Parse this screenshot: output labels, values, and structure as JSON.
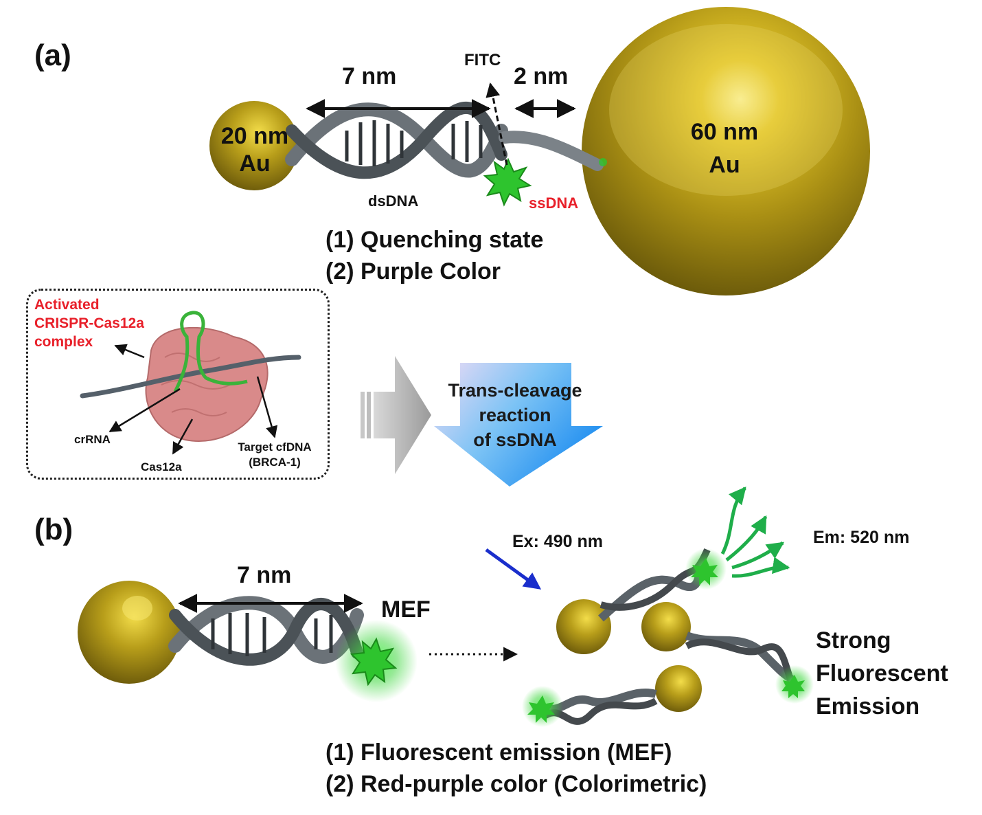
{
  "panel_a": {
    "label": "(a)",
    "dist_left": "7 nm",
    "fitc": "FITC",
    "dist_right": "2 nm",
    "small_au": {
      "size": "20 nm",
      "name": "Au"
    },
    "large_au": {
      "size": "60 nm",
      "name": "Au"
    },
    "dsdna": "dsDNA",
    "ssdna": "ssDNA",
    "state_1": "(1) Quenching state",
    "state_2": "(2) Purple Color"
  },
  "inset": {
    "title_line1": "Activated",
    "title_line2": "CRISPR-Cas12a",
    "title_line3": "complex",
    "crrna": "crRNA",
    "cas12a": "Cas12a",
    "target_line1": "Target cfDNA",
    "target_line2": "(BRCA-1)"
  },
  "reaction": {
    "line1": "Trans-cleavage",
    "line2": "reaction",
    "line3": "of ssDNA"
  },
  "panel_b": {
    "label": "(b)",
    "dist": "7 nm",
    "mef": "MEF",
    "ex": "Ex: 490 nm",
    "em": "Em: 520 nm",
    "strong_1": "Strong",
    "strong_2": "Fluorescent",
    "strong_3": "Emission",
    "result_1": "(1) Fluorescent emission (MEF)",
    "result_2": "(2) Red-purple color (Colorimetric)"
  },
  "colors": {
    "gold": "#a8901a",
    "fluor": "#2ec42e",
    "label_red": "#e8202a",
    "ex_arrow": "#1a2ecc",
    "reaction_arrow": "#3aa0f0",
    "protein": "#d98a8a"
  }
}
